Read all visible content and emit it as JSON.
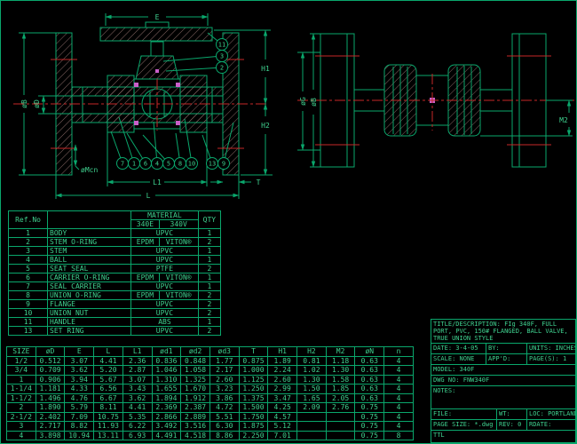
{
  "drawing": {
    "labels": {
      "e": "E",
      "h1": "H1",
      "h2": "H2",
      "phi_b": "øB",
      "phi_d": "øD",
      "phi_mcn": "øMcn",
      "l1": "L1",
      "l": "L",
      "t": "T",
      "phi_g": "øG",
      "phi_b_right": "øB",
      "m2": "M2"
    },
    "balloons_top": [
      "11",
      "3",
      "2"
    ],
    "balloons_bottom": [
      "7",
      "1",
      "6",
      "4",
      "5",
      "8",
      "10",
      "13",
      "9"
    ]
  },
  "parts_table": {
    "ref_header": "Ref.No",
    "material_header": "MATERIAL",
    "material_col1": "340E",
    "material_col2": "340V",
    "qty_header": "QTY",
    "rows": [
      {
        "ref": "1",
        "name": "BODY",
        "mat": "UPVC",
        "qty": "1"
      },
      {
        "ref": "2",
        "name": "STEM O-RING",
        "mat": "EPDM",
        "mat2": "VITON®",
        "qty": "2"
      },
      {
        "ref": "3",
        "name": "STEM",
        "mat": "UPVC",
        "qty": "1"
      },
      {
        "ref": "4",
        "name": "BALL",
        "mat": "UPVC",
        "qty": "1"
      },
      {
        "ref": "5",
        "name": "SEAT SEAL",
        "mat": "PTFE",
        "qty": "2"
      },
      {
        "ref": "6",
        "name": "CARRIER O-RING",
        "mat": "EPDM",
        "mat2": "VITON®",
        "qty": "1"
      },
      {
        "ref": "7",
        "name": "SEAL CARRIER",
        "mat": "UPVC",
        "qty": "1"
      },
      {
        "ref": "8",
        "name": "UNION O-RING",
        "mat": "EPDM",
        "mat2": "VITON®",
        "qty": "2"
      },
      {
        "ref": "9",
        "name": "FLANGE",
        "mat": "UPVC",
        "qty": "2"
      },
      {
        "ref": "10",
        "name": "UNION NUT",
        "mat": "UPVC",
        "qty": "2"
      },
      {
        "ref": "11",
        "name": "HANDLE",
        "mat": "ABS",
        "qty": "1"
      },
      {
        "ref": "13",
        "name": "SET RING",
        "mat": "UPVC",
        "qty": "2"
      }
    ]
  },
  "size_table": {
    "headers": [
      "SIZE",
      "øD",
      "E",
      "L",
      "L1",
      "ød1",
      "ød2",
      "ød3",
      "T",
      "H1",
      "H2",
      "M2",
      "øN",
      "n"
    ],
    "rows": [
      [
        "1/2",
        "0.512",
        "3.07",
        "4.41",
        "2.36",
        "0.836",
        "0.848",
        "1.77",
        "0.875",
        "1.89",
        "0.81",
        "1.18",
        "0.63",
        "4"
      ],
      [
        "3/4",
        "0.709",
        "3.62",
        "5.20",
        "2.87",
        "1.046",
        "1.058",
        "2.17",
        "1.000",
        "2.24",
        "1.02",
        "1.30",
        "0.63",
        "4"
      ],
      [
        "1",
        "0.906",
        "3.94",
        "5.67",
        "3.07",
        "1.310",
        "1.325",
        "2.60",
        "1.125",
        "2.60",
        "1.30",
        "1.58",
        "0.63",
        "4"
      ],
      [
        "1-1/4",
        "1.181",
        "4.33",
        "6.56",
        "3.43",
        "1.655",
        "1.670",
        "3.23",
        "1.250",
        "2.99",
        "1.50",
        "1.85",
        "0.63",
        "4"
      ],
      [
        "1-1/2",
        "1.496",
        "4.76",
        "6.67",
        "3.62",
        "1.894",
        "1.912",
        "3.86",
        "1.375",
        "3.47",
        "1.65",
        "2.05",
        "0.63",
        "4"
      ],
      [
        "2",
        "1.890",
        "5.79",
        "8.11",
        "4.41",
        "2.369",
        "2.387",
        "4.72",
        "1.500",
        "4.25",
        "2.09",
        "2.76",
        "0.75",
        "4"
      ],
      [
        "2-1/2",
        "2.402",
        "7.09",
        "10.75",
        "5.35",
        "2.866",
        "2.889",
        "5.51",
        "1.750",
        "4.57",
        "",
        "",
        "0.75",
        "4"
      ],
      [
        "3",
        "2.717",
        "8.82",
        "11.93",
        "6.22",
        "3.492",
        "3.516",
        "6.30",
        "1.875",
        "5.12",
        "",
        "",
        "0.75",
        "4"
      ],
      [
        "4",
        "3.898",
        "10.94",
        "13.11",
        "6.93",
        "4.491",
        "4.518",
        "8.86",
        "2.250",
        "7.01",
        "",
        "",
        "0.75",
        "8"
      ]
    ]
  },
  "title_block": {
    "title_label": "TITLE/DESCRIPTION:",
    "title_text": "FIg 340F, FULL PORT, PVC, 150# FLANGED, BALL VALVE, TRUE UNION STYLE",
    "date_label": "DATE:",
    "date": "3-4-05",
    "by_label": "BY:",
    "by": "",
    "units_label": "UNITS:",
    "units": "INCHES",
    "scale_label": "SCALE:",
    "scale": "NONE",
    "appd_label": "APP'D:",
    "appd": "",
    "pages_label": "PAGE(S):",
    "pages": "1",
    "model_label": "MODEL:",
    "model": "340F",
    "dwg_label": "DWG NO:",
    "dwg_no": "FNW340F",
    "notes_label": "NOTES:",
    "file_label": "FILE:",
    "wt_label": "WT:",
    "loc_label": "LOC:",
    "loc": "PORTLAND",
    "pagesize_label": "PAGE SIZE:",
    "pagesize": "*.dwg x",
    "rev_label": "REV:",
    "rev": "0",
    "rdate_label": "RDATE:",
    "ttl": "TTL"
  }
}
